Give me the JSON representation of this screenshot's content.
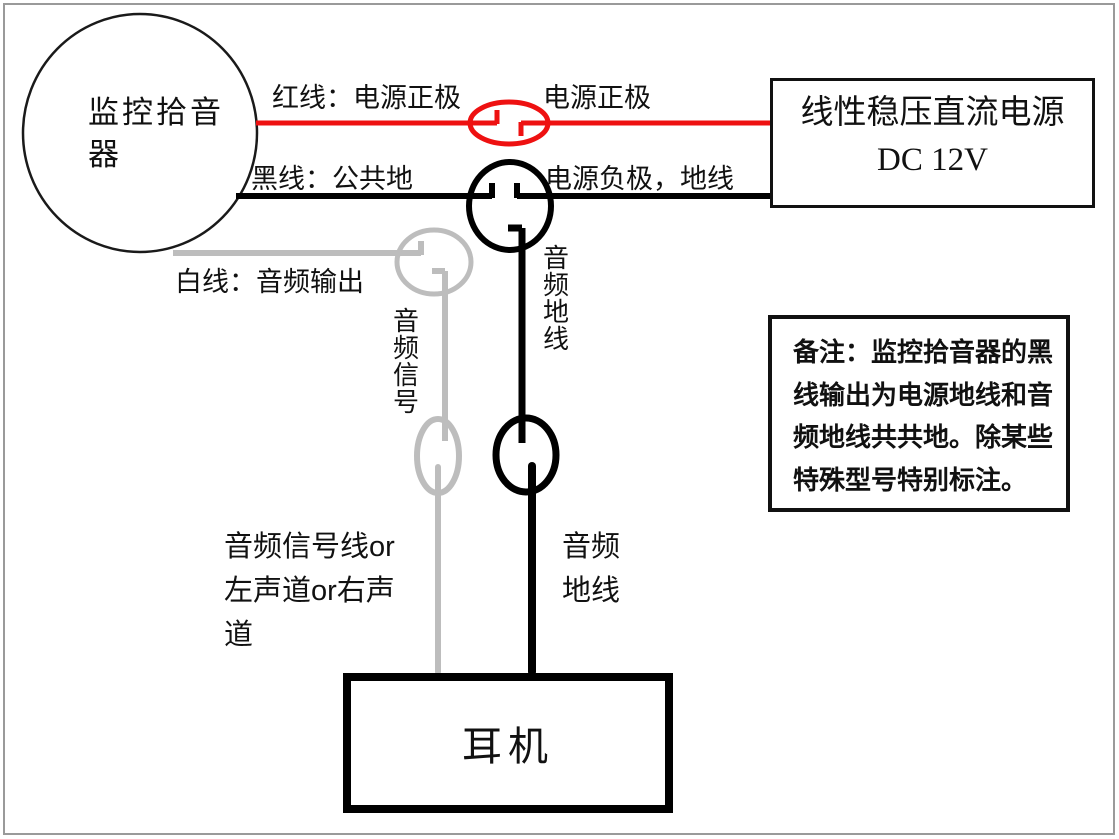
{
  "colors": {
    "red": "#ee1111",
    "gray": "#bdbdbd",
    "black": "#000000"
  },
  "mic": {
    "lines": [
      "监控拾音",
      "器"
    ]
  },
  "wires": {
    "red_label": "红线：电源正极",
    "black_label": "黑线：公共地",
    "white_label": "白线：音频输出"
  },
  "power": {
    "positive_label": "电源正极",
    "negative_label": "电源负极，地线",
    "box_lines": [
      "线性稳压直流电源",
      "DC 12V"
    ]
  },
  "audio": {
    "signal_vertical": "音频信号",
    "ground_vertical": "音频地线",
    "signal_lines": [
      "音频信号线or",
      "左声道or右声",
      "道"
    ],
    "ground_lines": [
      "音频",
      "地线"
    ]
  },
  "headphone": {
    "label": "耳机"
  },
  "note": {
    "lines": [
      "备注：监控拾音器的黑",
      "线输出为电源地线和音",
      "频地线共共地。除某些",
      "特殊型号特别标注。"
    ]
  }
}
